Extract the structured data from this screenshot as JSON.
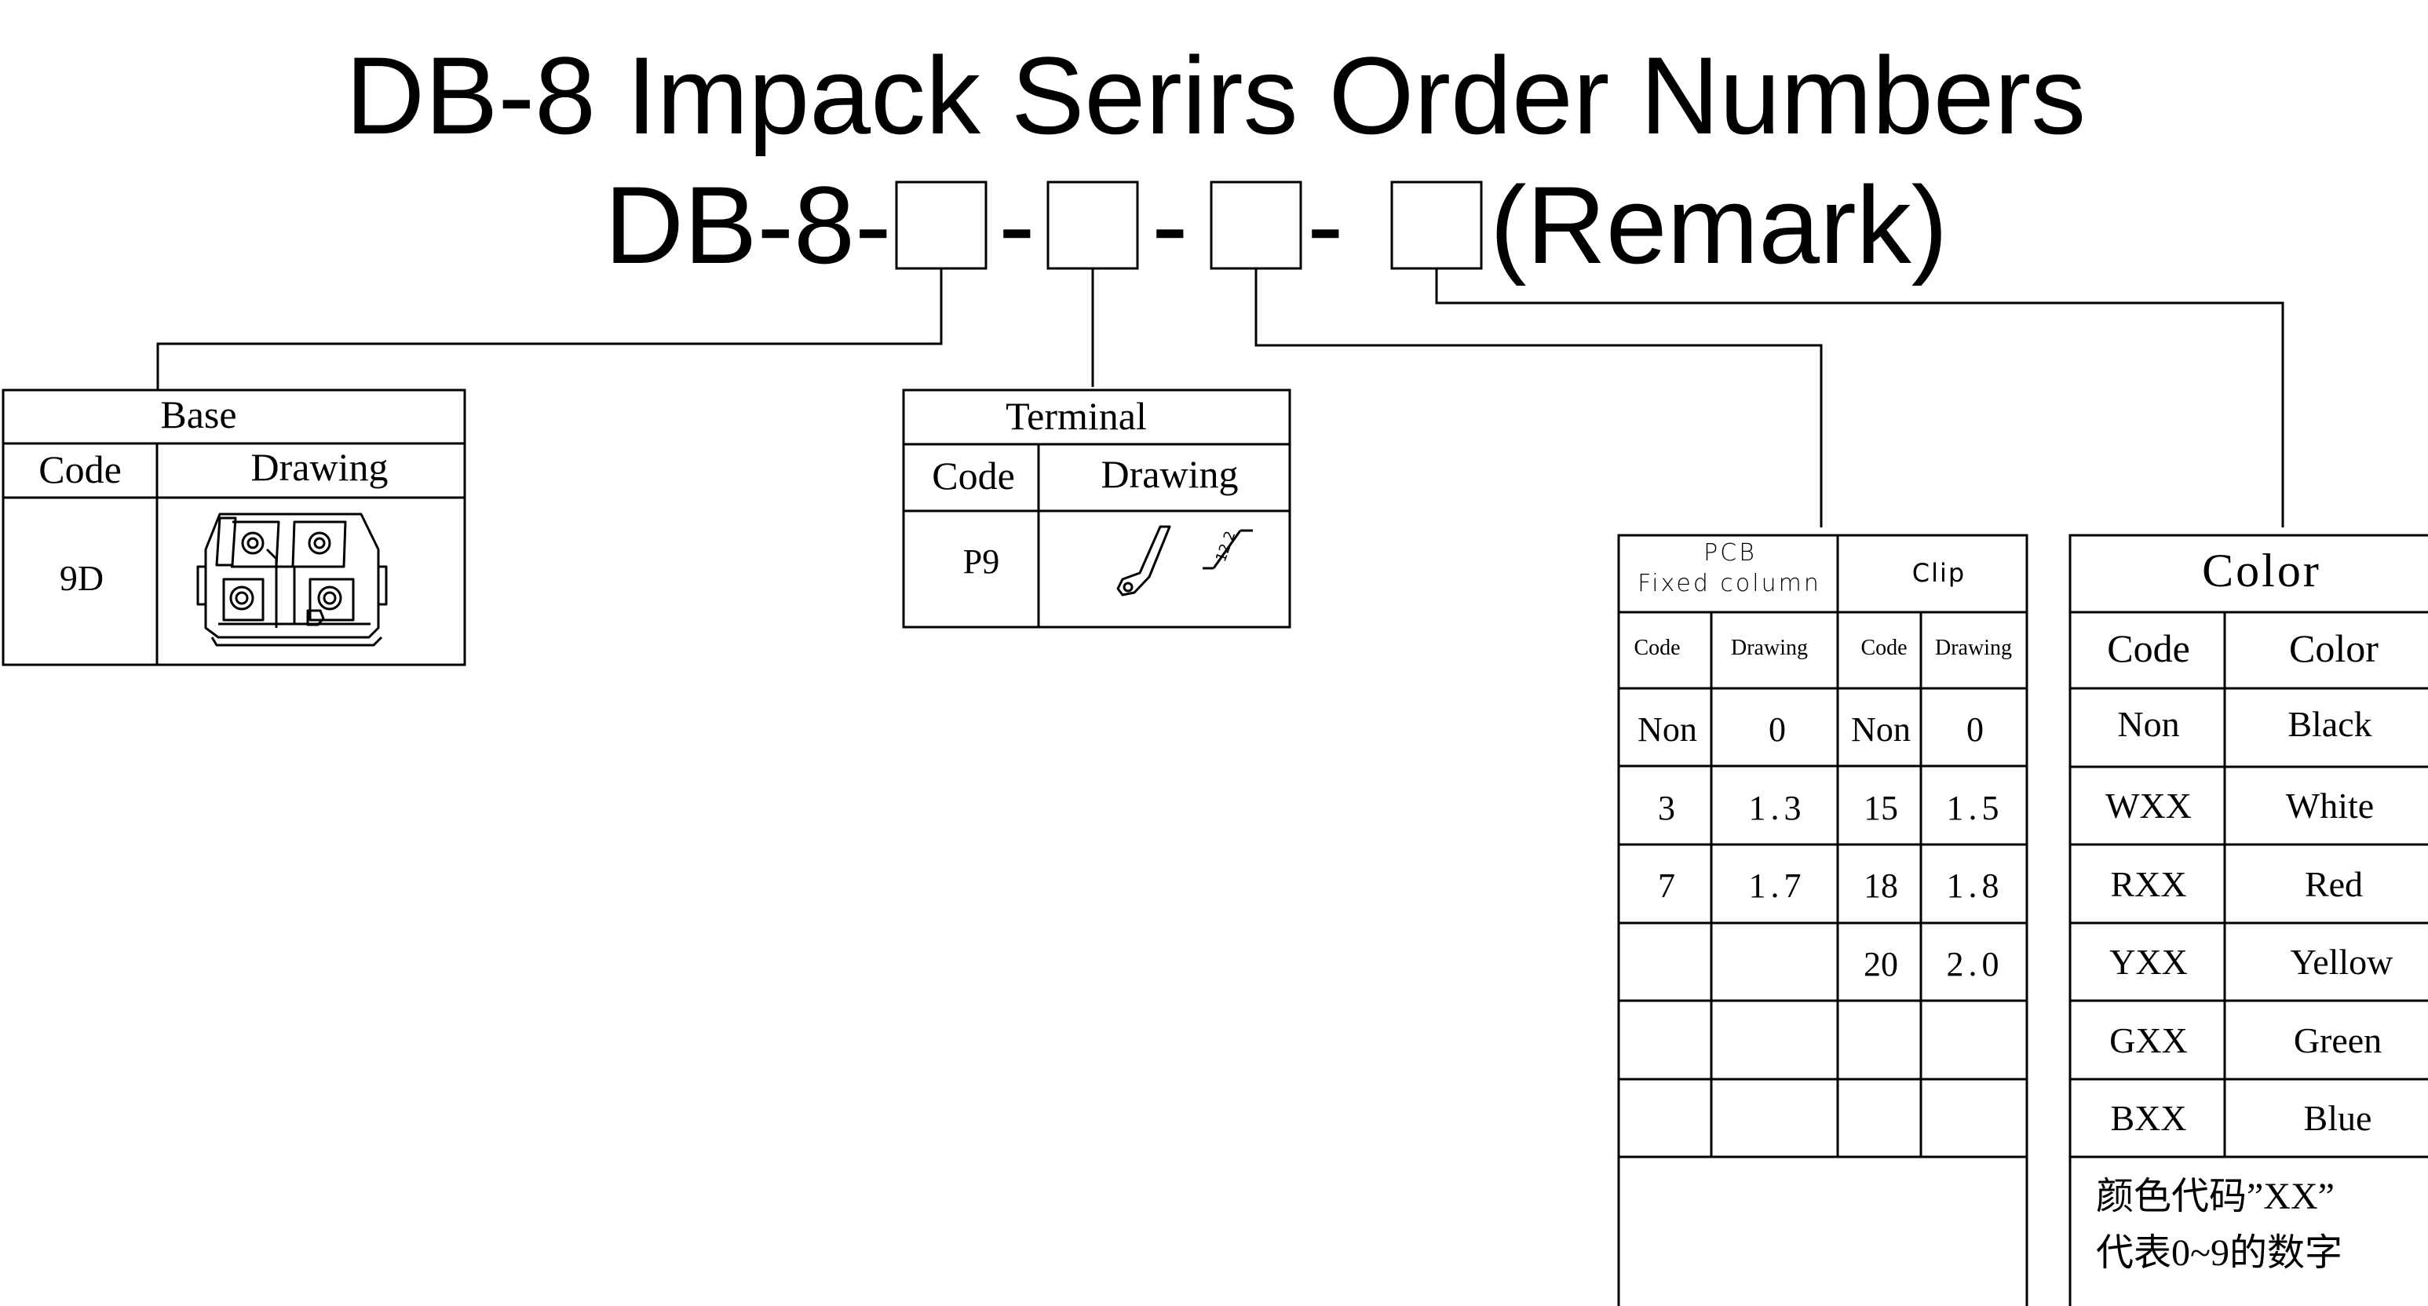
{
  "title": {
    "main": "DB-8 Impack Serirs Order Numbers",
    "prefix": "DB-8-",
    "dash": "-",
    "suffix": "(Remark)"
  },
  "base_table": {
    "title": "Base",
    "col_code": "Code",
    "col_drawing": "Drawing",
    "rows": [
      {
        "code": "9D",
        "drawing_icon": "base-connector-drawing"
      }
    ]
  },
  "terminal_table": {
    "title": "Terminal",
    "col_code": "Code",
    "col_drawing": "Drawing",
    "rows": [
      {
        "code": "P9",
        "drawing_icon": "terminal-pin-drawing",
        "dimension": "12.2"
      }
    ]
  },
  "pcb_table": {
    "title_line1": "PCB",
    "title_line2": "Fixed column",
    "clip_title": "Clip",
    "col_code": "Code",
    "col_drawing": "Drawing",
    "rows": [
      {
        "pcb_code": "Non",
        "pcb_value": "0",
        "clip_code": "Non",
        "clip_value": "0"
      },
      {
        "pcb_code": "3",
        "pcb_value": "1.3",
        "clip_code": "15",
        "clip_value": "1.5"
      },
      {
        "pcb_code": "7",
        "pcb_value": "1.7",
        "clip_code": "18",
        "clip_value": "1.8"
      },
      {
        "pcb_code": "",
        "pcb_value": "",
        "clip_code": "20",
        "clip_value": "2.0"
      },
      {
        "pcb_code": "",
        "pcb_value": "",
        "clip_code": "",
        "clip_value": ""
      },
      {
        "pcb_code": "",
        "pcb_value": "",
        "clip_code": "",
        "clip_value": ""
      }
    ]
  },
  "color_table": {
    "title": "Color",
    "col_code": "Code",
    "col_color": "Color",
    "rows": [
      {
        "code": "Non",
        "color": "Black"
      },
      {
        "code": "WXX",
        "color": "White"
      },
      {
        "code": "RXX",
        "color": "Red"
      },
      {
        "code": "YXX",
        "color": "Yellow"
      },
      {
        "code": "GXX",
        "color": "Green"
      },
      {
        "code": "BXX",
        "color": "Blue"
      }
    ],
    "note_line1": "颜色代码”XX”",
    "note_line2": "代表0~9的数字"
  }
}
